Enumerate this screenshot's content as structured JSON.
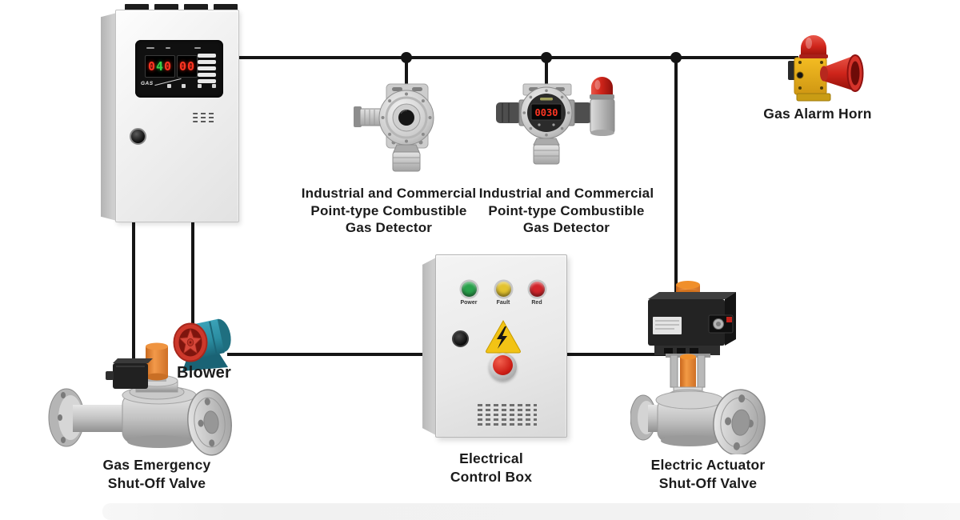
{
  "title": "Gas alarm system diagram",
  "colors": {
    "wire": "#151515",
    "label_text": "#1b1b1b",
    "digit_red": "#ff3522",
    "digit_green": "#37d44c",
    "blower_teal": "#2b8da1",
    "impeller_red": "#cc3529",
    "horn_yellow": "#e6a91c",
    "alarm_red": "#cf2a1f",
    "actuator_orange": "#e8821f",
    "warning_yellow": "#f0c515"
  },
  "control_panel": {
    "display_left_digits": [
      "0",
      "4",
      "0"
    ],
    "display_right": "00",
    "brand": "GAS"
  },
  "detectors": {
    "d1_label": [
      "Industrial and Commercial",
      "Point-type Combustible",
      "Gas Detector"
    ],
    "d2_label": [
      "Industrial and Commercial",
      "Point-type Combustible",
      "Gas Detector"
    ],
    "d2_display": "0030"
  },
  "alarm_horn": {
    "label": "Gas Alarm Horn"
  },
  "blower": {
    "label": "Blower"
  },
  "gas_valve": {
    "label": [
      "Gas Emergency",
      "Shut-Off Valve"
    ]
  },
  "control_box": {
    "label": [
      "Electrical",
      "Control Box"
    ],
    "indicators": [
      {
        "label": "Power",
        "color": "#2aa24c"
      },
      {
        "label": "Fault",
        "color": "#e3c32f"
      },
      {
        "label": "Red",
        "color": "#d2252b"
      }
    ]
  },
  "actuator_valve": {
    "label": [
      "Electric Actuator",
      "Shut-Off Valve"
    ]
  }
}
